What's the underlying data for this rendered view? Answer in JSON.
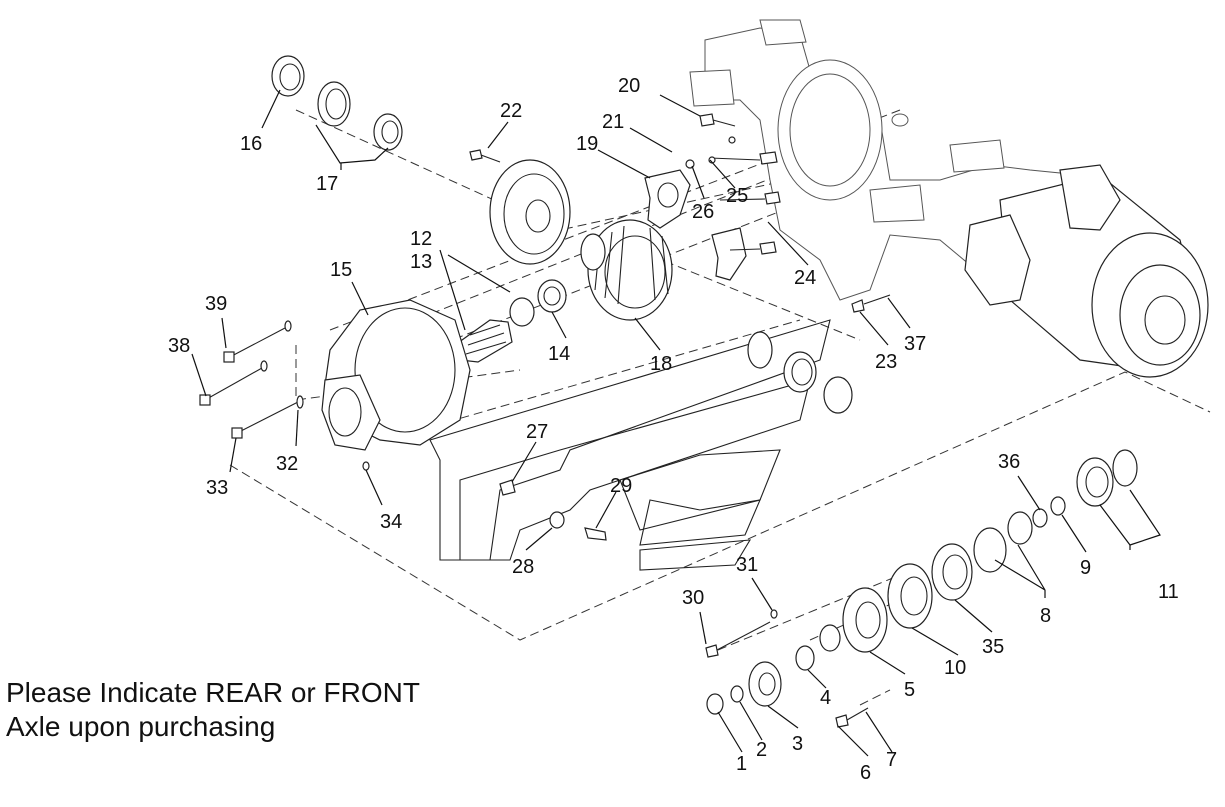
{
  "diagram": {
    "callouts": [
      "1",
      "2",
      "3",
      "4",
      "5",
      "6",
      "7",
      "8",
      "9",
      "10",
      "11",
      "12",
      "13",
      "14",
      "15",
      "16",
      "17",
      "18",
      "19",
      "20",
      "21",
      "22",
      "23",
      "24",
      "25",
      "26",
      "27",
      "28",
      "29",
      "30",
      "31",
      "32",
      "33",
      "34",
      "35",
      "36",
      "37",
      "38",
      "39"
    ]
  },
  "note": {
    "line1": "Please Indicate REAR or FRONT",
    "line2": "Axle upon purchasing"
  }
}
